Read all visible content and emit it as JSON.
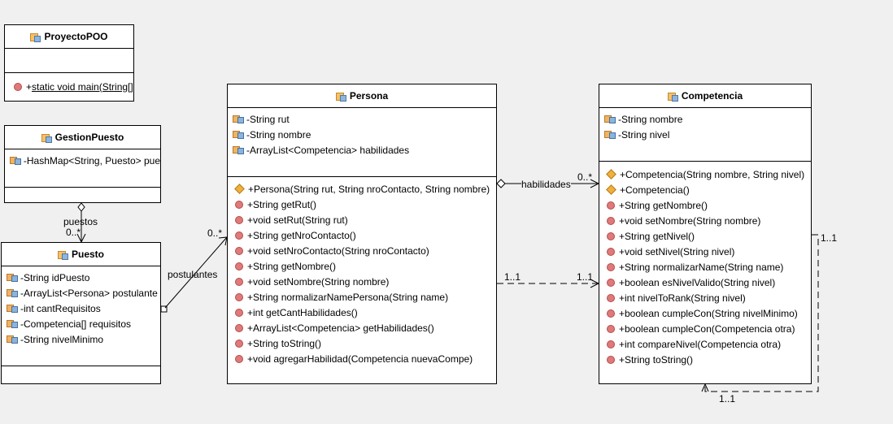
{
  "classes": {
    "proyecto": {
      "name": "ProyectoPOO",
      "methods": [
        {
          "vis": "+",
          "text": "static void main(String[]"
        }
      ]
    },
    "gestion": {
      "name": "GestionPuesto",
      "fields": [
        {
          "text": "-HashMap<String, Puesto> pue"
        }
      ]
    },
    "puesto": {
      "name": "Puesto",
      "fields": [
        {
          "text": "-String idPuesto"
        },
        {
          "text": "-ArrayList<Persona> postulante"
        },
        {
          "text": "-int cantRequisitos"
        },
        {
          "text": "-Competencia[] requisitos"
        },
        {
          "text": "-String nivelMinimo"
        }
      ]
    },
    "persona": {
      "name": "Persona",
      "fields": [
        {
          "text": "-String rut"
        },
        {
          "text": "-String nombre"
        },
        {
          "text": "-ArrayList<Competencia> habilidades"
        }
      ],
      "methods": [
        {
          "kind": "ctor",
          "text": "+Persona(String rut, String nroContacto, String nombre)"
        },
        {
          "kind": "m",
          "text": "+String getRut()"
        },
        {
          "kind": "m",
          "text": "+void setRut(String rut)"
        },
        {
          "kind": "m",
          "text": "+String getNroContacto()"
        },
        {
          "kind": "m",
          "text": "+void setNroContacto(String nroContacto)"
        },
        {
          "kind": "m",
          "text": "+String getNombre()"
        },
        {
          "kind": "m",
          "text": "+void setNombre(String nombre)"
        },
        {
          "kind": "m",
          "text": "+String normalizarNamePersona(String name)"
        },
        {
          "kind": "m",
          "text": "+int getCantHabilidades()"
        },
        {
          "kind": "m",
          "text": "+ArrayList<Competencia> getHabilidades()"
        },
        {
          "kind": "m",
          "text": "+String toString()"
        },
        {
          "kind": "m",
          "text": "+void agregarHabilidad(Competencia nuevaCompe)"
        }
      ]
    },
    "competencia": {
      "name": "Competencia",
      "fields": [
        {
          "text": "-String nombre"
        },
        {
          "text": "-String nivel"
        }
      ],
      "methods": [
        {
          "kind": "ctor",
          "text": "+Competencia(String nombre, String nivel)"
        },
        {
          "kind": "ctor",
          "text": "+Competencia()"
        },
        {
          "kind": "m",
          "text": "+String getNombre()"
        },
        {
          "kind": "m",
          "text": "+void setNombre(String nombre)"
        },
        {
          "kind": "m",
          "text": "+String getNivel()"
        },
        {
          "kind": "m",
          "text": "+void setNivel(String nivel)"
        },
        {
          "kind": "m",
          "text": "+String normalizarName(String name)"
        },
        {
          "kind": "m",
          "text": "+boolean esNivelValido(String nivel)"
        },
        {
          "kind": "m",
          "text": "+int nivelToRank(String nivel)"
        },
        {
          "kind": "m",
          "text": "+boolean cumpleCon(String nivelMinimo)"
        },
        {
          "kind": "m",
          "text": "+boolean cumpleCon(Competencia otra)"
        },
        {
          "kind": "m",
          "text": "+int compareNivel(Competencia otra)"
        },
        {
          "kind": "m",
          "text": "+String toString()"
        }
      ]
    }
  },
  "associations": {
    "puestos": {
      "name": "puestos",
      "mult": "0..*"
    },
    "postulantes": {
      "name": "postulantes",
      "mult": "0..*"
    },
    "habilidades": {
      "name": "habilidades",
      "mult": "0..*"
    },
    "dep": {
      "mult_a": "1..1",
      "mult_b": "1..1"
    },
    "self": {
      "mult_a": "1..1",
      "mult_b": "1..1"
    }
  }
}
